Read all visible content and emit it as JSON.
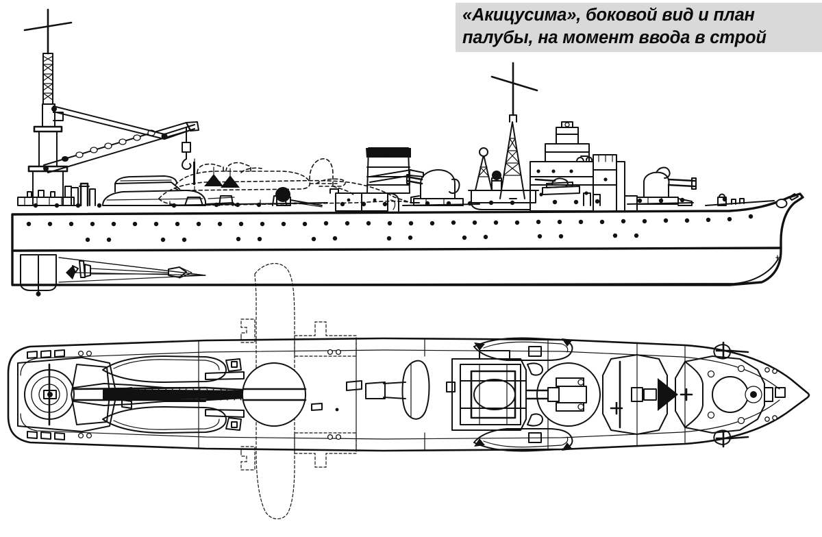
{
  "caption": {
    "line1": "«Акицусима», боковой вид и план",
    "line2": "палубы, на момент ввода в строй",
    "full": "«Акицусима», боковой вид и план палубы, на момент ввода в строй",
    "background_color": "#d9d9d9",
    "text_color": "#0a0a0a"
  },
  "figure": {
    "subject": "Акицусима",
    "type": "ship-line-drawing",
    "background_color": "#ffffff",
    "line_color": "#111111",
    "views": [
      {
        "id": "profile",
        "label": "боковой вид"
      },
      {
        "id": "deck-plan",
        "label": "план палубы"
      }
    ]
  },
  "profile_view": {
    "name": "side-elevation",
    "parts": [
      "aircraft-crane",
      "crane-lattice-mast",
      "flying-boat-on-deck",
      "funnel",
      "aa-gun-midships",
      "bridge-superstructure",
      "tripod-mast",
      "searchlight-platform",
      "forward-gun-mount",
      "hull",
      "waterline",
      "rudder",
      "propeller-shaft",
      "bow-hawse-hole"
    ]
  },
  "deck_plan_view": {
    "name": "deck-plan",
    "parts": [
      "crane-turntable",
      "crane-boom-plan",
      "boats-aft",
      "flying-boat-plan-overlay",
      "funnel-plan",
      "aa-gun-plan",
      "boats-midships",
      "bridge-plan",
      "forward-gun-plan",
      "anchor-gear",
      "bow"
    ]
  }
}
